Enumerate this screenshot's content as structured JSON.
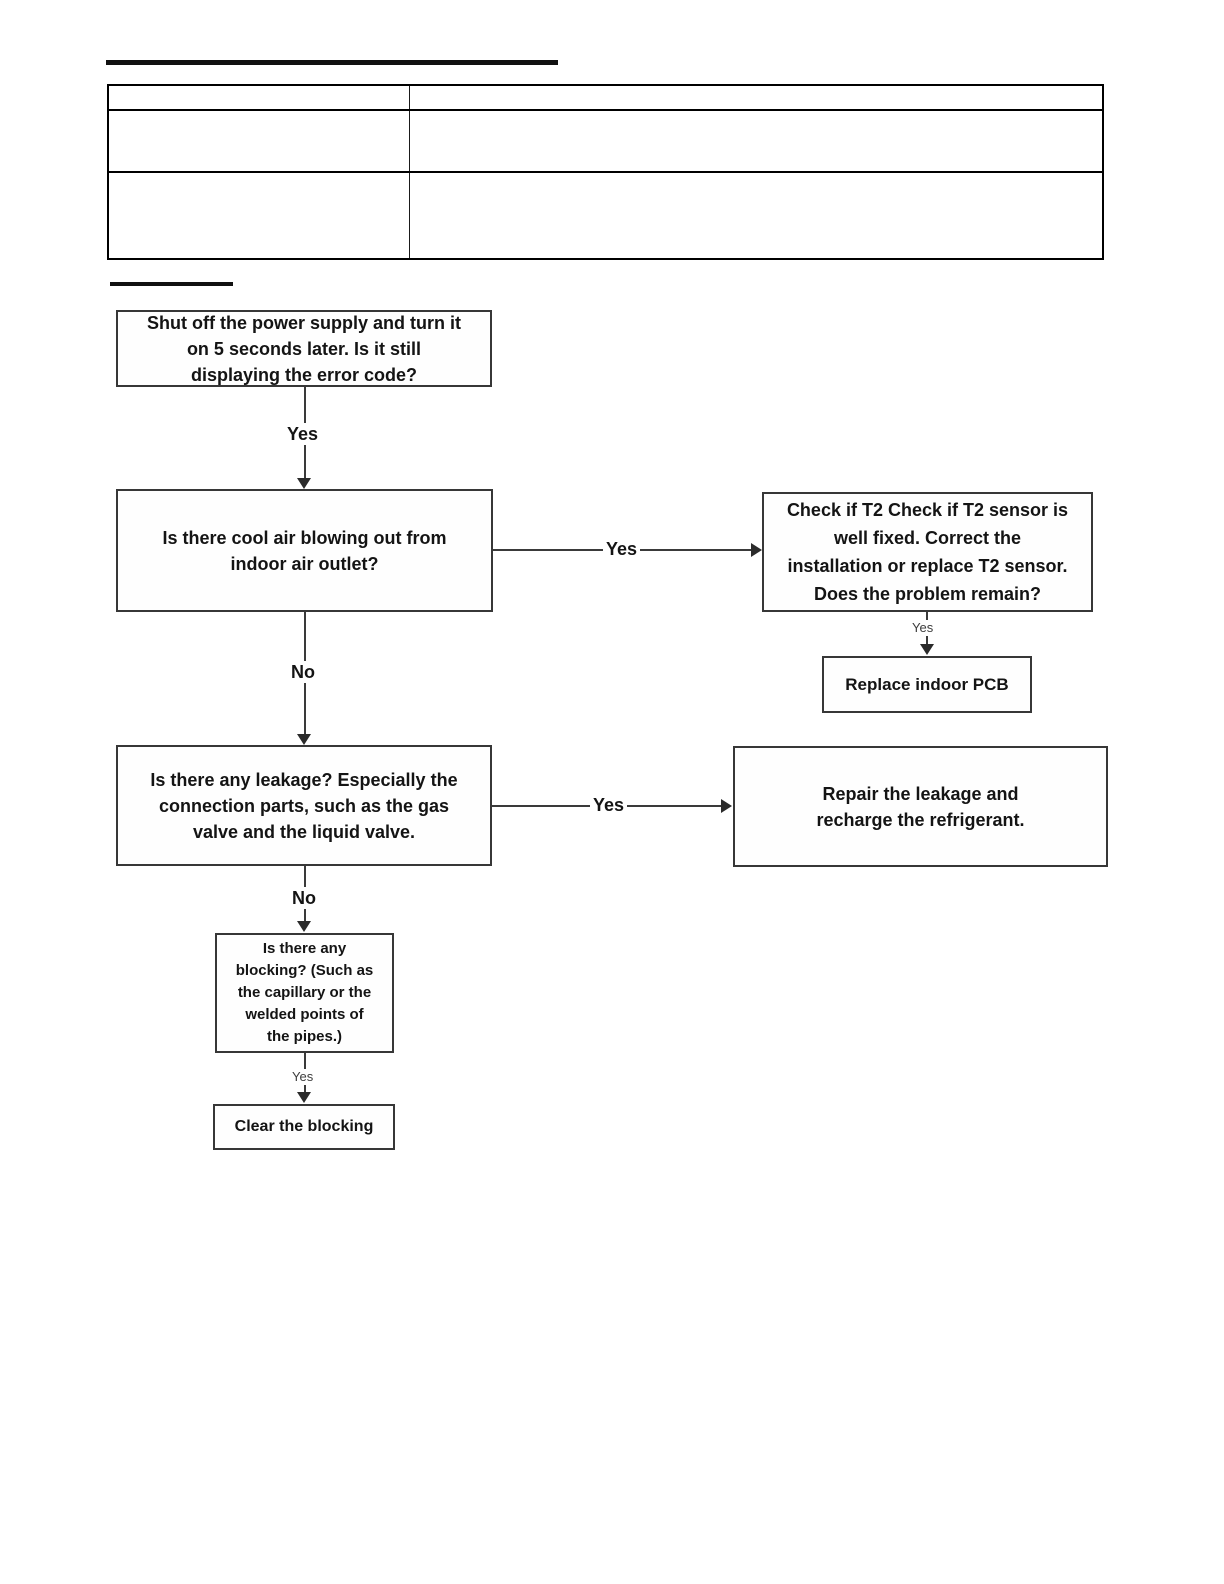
{
  "colors": {
    "background": "#ffffff",
    "line": "#3a3a3a",
    "box_border": "#373737",
    "text": "#141414",
    "table_border": "#000000"
  },
  "table": {
    "rows": [
      {
        "cells": [
          "",
          ""
        ]
      },
      {
        "cells": [
          "",
          ""
        ]
      },
      {
        "cells": [
          "",
          ""
        ]
      }
    ]
  },
  "flowchart": {
    "labels": {
      "yes": "Yes",
      "no": "No"
    },
    "nodes": {
      "q_power": {
        "lines": [
          "Shut off the power supply and turn it",
          "on 5 seconds later. Is it still",
          "displaying the error code?"
        ]
      },
      "q_cool_air": {
        "lines": [
          "Is there cool air blowing out from",
          "indoor air outlet?"
        ]
      },
      "t2_check": {
        "lines": [
          "Check if T2 Check if T2 sensor is",
          "well fixed. Correct the",
          "installation or replace T2 sensor.",
          "Does the problem remain?"
        ]
      },
      "replace_pcb": {
        "lines": [
          "Replace indoor PCB"
        ]
      },
      "q_leakage": {
        "lines": [
          "Is there any leakage? Especially the",
          "connection parts, such as the gas",
          "valve and the liquid valve."
        ]
      },
      "repair_leakage": {
        "lines": [
          "Repair the leakage and",
          "recharge the refrigerant."
        ]
      },
      "q_blocking": {
        "lines": [
          "Is there any",
          "blocking? (Such as",
          "the capillary or the",
          "welded points of",
          "the pipes.)"
        ]
      },
      "clear_blocking": {
        "lines": [
          "Clear the blocking"
        ]
      }
    }
  }
}
